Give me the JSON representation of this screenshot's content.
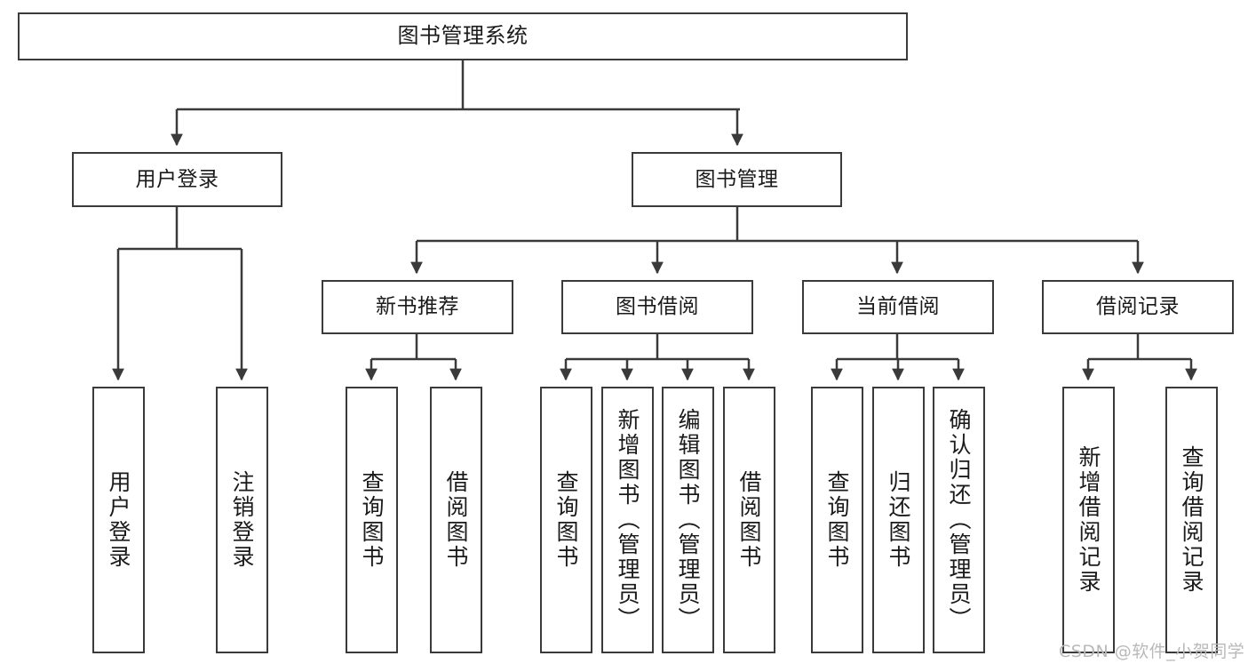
{
  "diagram": {
    "title": "图书管理系统",
    "type": "functional-structure-tree",
    "root": {
      "id": "root",
      "label": "图书管理系统"
    },
    "level1": [
      {
        "id": "user-login",
        "label": "用户登录"
      },
      {
        "id": "book-manage",
        "label": "图书管理"
      }
    ],
    "level2": [
      {
        "id": "new-book-recommend",
        "label": "新书推荐",
        "parent": "book-manage"
      },
      {
        "id": "book-borrow",
        "label": "图书借阅",
        "parent": "book-manage"
      },
      {
        "id": "current-borrow",
        "label": "当前借阅",
        "parent": "book-manage"
      },
      {
        "id": "borrow-record",
        "label": "借阅记录",
        "parent": "book-manage"
      }
    ],
    "leaves": {
      "user_login": [
        {
          "id": "leaf-user-login",
          "label": "用户登录"
        },
        {
          "id": "leaf-user-logout",
          "label": "注销登录"
        }
      ],
      "new_book_recommend": [
        {
          "id": "leaf-query-book-1",
          "label": "查询图书"
        },
        {
          "id": "leaf-borrow-book-1",
          "label": "借阅图书"
        }
      ],
      "book_borrow": [
        {
          "id": "leaf-query-book-2",
          "label": "查询图书"
        },
        {
          "id": "leaf-add-book",
          "label": "新增图书（管理员）"
        },
        {
          "id": "leaf-edit-book",
          "label": "编辑图书（管理员）"
        },
        {
          "id": "leaf-borrow-book-2",
          "label": "借阅图书"
        }
      ],
      "current_borrow": [
        {
          "id": "leaf-query-book-3",
          "label": "查询图书"
        },
        {
          "id": "leaf-return-book",
          "label": "归还图书"
        },
        {
          "id": "leaf-confirm-return",
          "label": "确认归还（管理员）"
        }
      ],
      "borrow_record": [
        {
          "id": "leaf-add-record",
          "label": "新增借阅记录"
        },
        {
          "id": "leaf-query-record",
          "label": "查询借阅记录"
        }
      ]
    }
  },
  "watermark": {
    "text": "CSDN @软件_小贺同学"
  },
  "colors": {
    "stroke": "#3a3a3a",
    "text": "#1a1a1a",
    "background": "#ffffff",
    "watermark": "#b9b9b9"
  }
}
